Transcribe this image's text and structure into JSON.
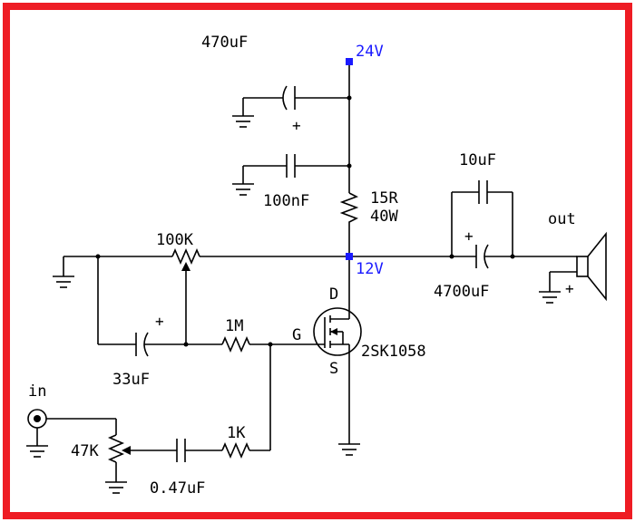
{
  "colors": {
    "border": "#ee1c24",
    "wire": "#000000",
    "node": "#1a1aff",
    "supply_label": "#1a1aff"
  },
  "labels": {
    "supply_24v": "24V",
    "mid_12v": "12V",
    "cap_470uf": "470uF",
    "cap_100nf": "100nF",
    "res_15r": "15R",
    "res_40w": "40W",
    "cap_10uf": "10uF",
    "cap_4700uf": "4700uF",
    "out": "out",
    "res_100k": "100K",
    "mosfet_d": "D",
    "mosfet_g": "G",
    "mosfet_s": "S",
    "mosfet_part": "2SK1058",
    "res_1m": "1M",
    "cap_33uf": "33uF",
    "in": "in",
    "pot_47k": "47K",
    "res_1k": "1K",
    "cap_047uf": "0.47uF",
    "plus": "+"
  }
}
